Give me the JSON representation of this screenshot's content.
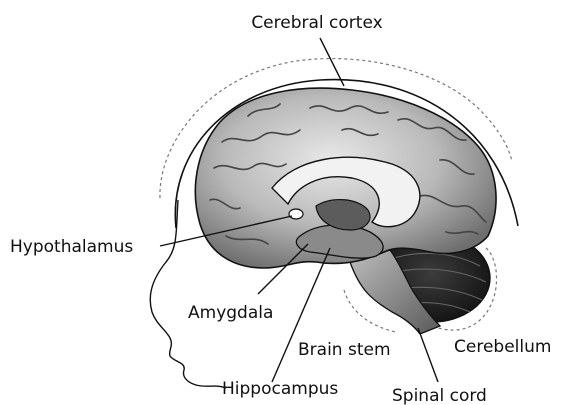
{
  "labels": {
    "cerebral_cortex": "Cerebral cortex",
    "hypothalamus": "Hypothalamus",
    "amygdala": "Amygdala",
    "brain_stem": "Brain stem",
    "cerebellum": "Cerebellum",
    "hippocampus": "Hippocampus",
    "spinal_cord": "Spinal cord"
  },
  "colors": {
    "background": "#ffffff",
    "outline": "#111111",
    "brain_light": "#d9d9d9",
    "brain_mid": "#9a9a9a",
    "brain_dark": "#3a3a3a",
    "cerebellum": "#1c1c1c",
    "dashed_region": "#777777"
  }
}
